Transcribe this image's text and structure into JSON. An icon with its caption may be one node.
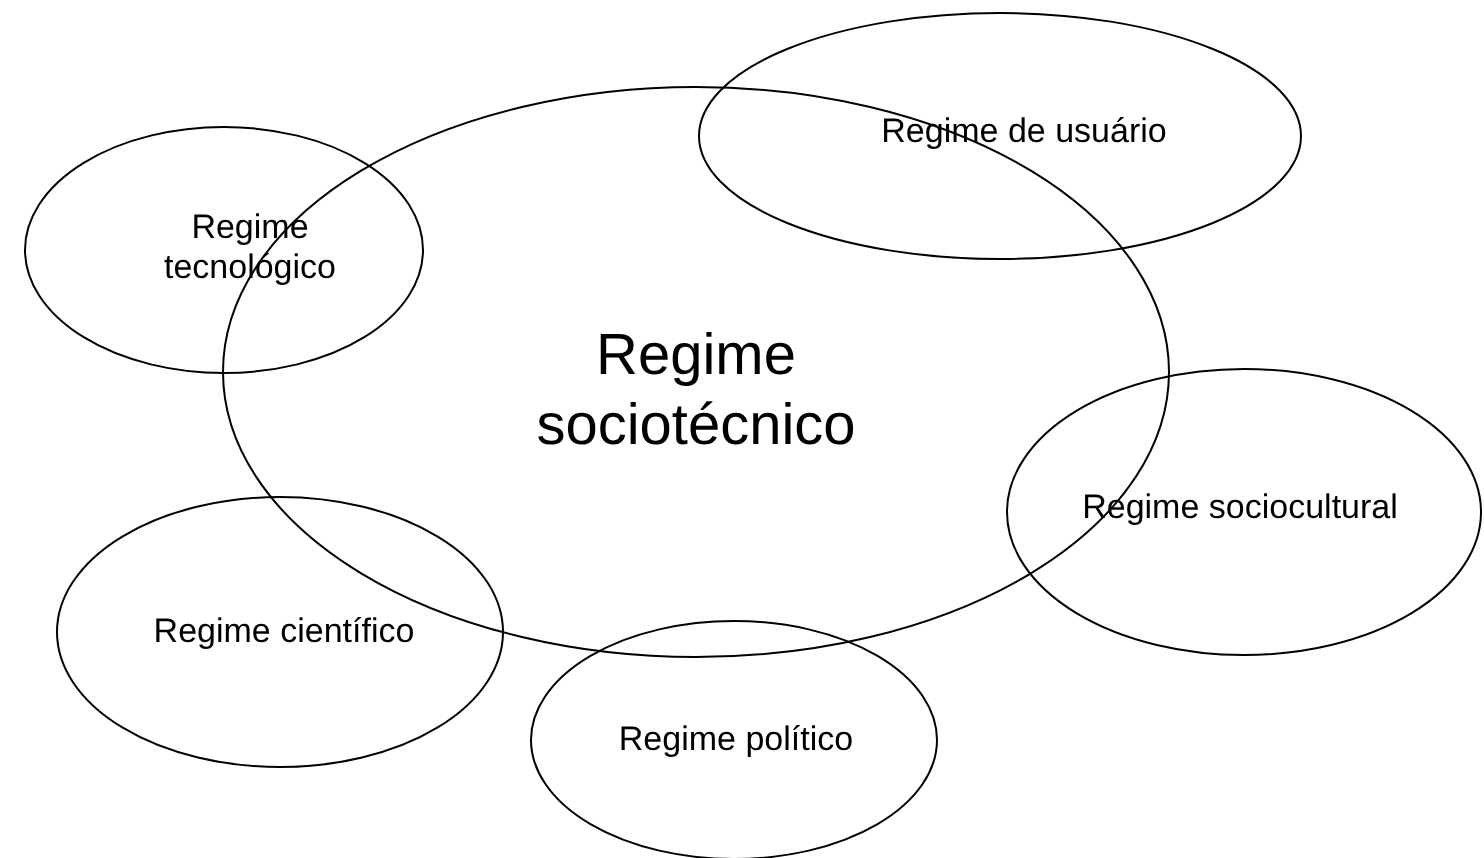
{
  "diagram": {
    "nodes": [
      {
        "text": [
          "Regime sociotécnico"
        ]
      },
      {
        "text": [
          "Regime de usuário"
        ]
      },
      {
        "text": [
          "Regime tecnológico"
        ]
      },
      {
        "text": [
          "Regime sociocultural"
        ]
      },
      {
        "text": [
          "Regime científico"
        ]
      },
      {
        "text": [
          "Regime político"
        ]
      }
    ]
  }
}
